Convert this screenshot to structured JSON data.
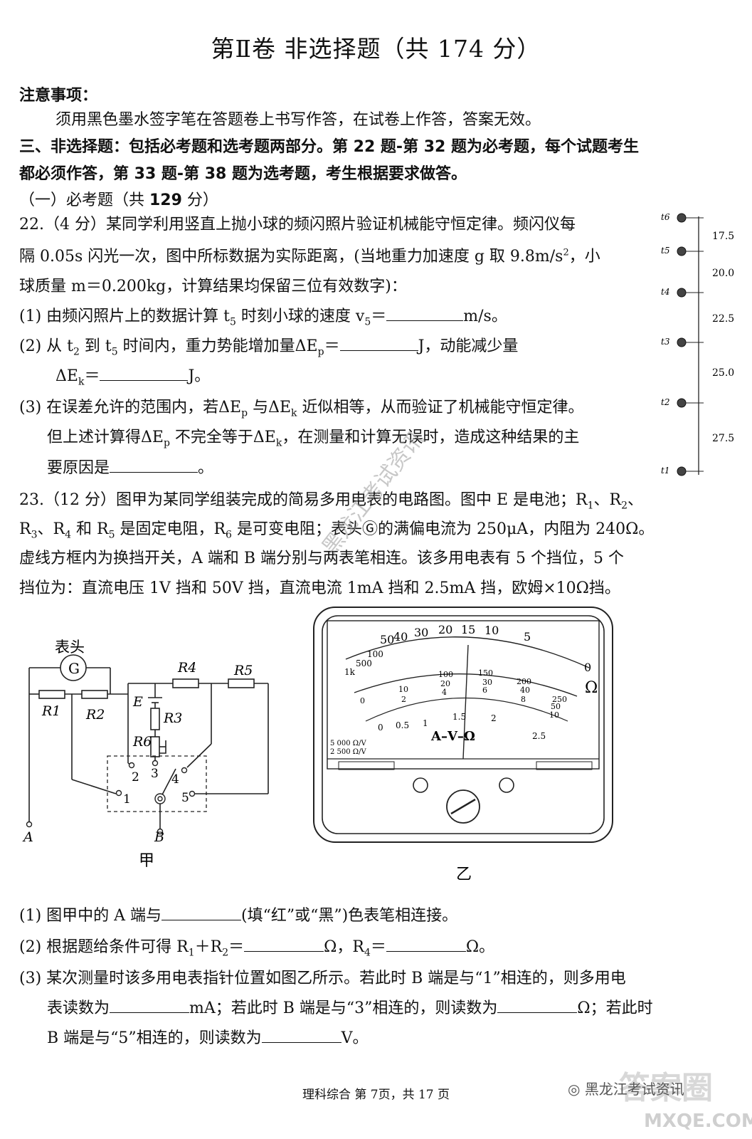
{
  "header": {
    "title": "第Ⅱ卷 非选择题（共 174 分）"
  },
  "notice": {
    "heading": "注意事项：",
    "body": "须用黑色墨水签字笔在答题卷上书写作答，在试卷上作答，答案无效。"
  },
  "section3": {
    "line1": "三、非选择题：包括必考题和选考题两部分。第 22 题-第 32 题为必考题，每个试题考生",
    "line2": "都必须作答，第 33 题-第 38 题为选考题，考生根据要求做答。"
  },
  "required": {
    "prefix": "（一）必考题（共 ",
    "bold": "129",
    "suffix": " 分）"
  },
  "q22": {
    "intro1": "22.（4 分）某同学利用竖直上抛小球的频闪照片验证机械能守恒定律。频闪仪每",
    "intro2a": "隔 0.05s 闪光一次，图中所标数据为实际距离，(当地重力加速度 g 取 9.8m/s",
    "intro2sup": "2",
    "intro2b": "，小",
    "intro3": "球质量 m＝0.200kg，计算结果均保留三位有效数字)：",
    "p1a": "(1)  由频闪照片上的数据计算 t",
    "p1s": "5",
    "p1b": " 时刻小球的速度 v",
    "p1s2": "5",
    "p1c": "＝",
    "p1d": "m/s。",
    "p2a": "(2)  从 t",
    "p2s": "2",
    "p2b": " 到 t",
    "p2s2": "5",
    "p2c": " 时间内，重力势能增加量ΔE",
    "p2s3": "p",
    "p2d": "＝",
    "p2e": "J，动能减少量",
    "p2f": "ΔE",
    "p2s4": "k",
    "p2g": "＝",
    "p2h": "J。",
    "p3a": "(3)  在误差允许的范围内，若ΔE",
    "p3s": "p",
    "p3b": " 与ΔE",
    "p3s2": "k",
    "p3c": " 近似相等，从而验证了机械能守恒定律。",
    "p3d": "但上述计算得ΔE",
    "p3s3": "p",
    "p3e": " 不完全等于ΔE",
    "p3s4": "k",
    "p3f": "，在测量和计算无误时，造成这种结果的主",
    "p3g": "要原因是",
    "p3h": "。"
  },
  "strobe": {
    "times": [
      "t6",
      "t5",
      "t4",
      "t3",
      "t2",
      "t1"
    ],
    "distances": [
      "17.5",
      "20.0",
      "22.5",
      "25.0",
      "27.5"
    ]
  },
  "q23": {
    "l1a": "23.（12 分）图甲为某同学组装完成的简易多用电表的电路图。图中 E 是电池；R",
    "l1s": "1",
    "l1b": "、R",
    "l1s2": "2",
    "l1c": "、",
    "l2a": "R",
    "l2s": "3",
    "l2b": "、R",
    "l2s2": "4",
    "l2c": " 和 R",
    "l2s3": "5",
    "l2d": " 是固定电阻，R",
    "l2s4": "6",
    "l2e": " 是可变电阻；表头Ⓖ的满偏电流为 250μA，内阻为 240Ω。",
    "l3": "虚线方框内为换挡开关，A 端和 B 端分别与两表笔相连。该多用电表有 5 个挡位，5 个",
    "l4": "挡位为：直流电压 1V 挡和 50V 挡，直流电流 1mA 挡和 2.5mA 挡，欧姆×10Ω挡。",
    "p1a": "(1)  图甲中的 A 端与",
    "p1b": "(填“红”或“黑”)色表笔相连接。",
    "p2a": "(2)  根据题给条件可得 R",
    "p2s": "1",
    "p2b": "＋R",
    "p2s2": "2",
    "p2c": "＝",
    "p2d": "Ω，R",
    "p2s3": "4",
    "p2e": "＝",
    "p2f": "Ω。",
    "p3a": "(3)  某次测量时该多用电表指针位置如图乙所示。若此时 B 端是与“1”相连的，则多用电",
    "p3b": "表读数为",
    "p3c": "mA；若此时 B 端是与“3”相连的，则读数为",
    "p3d": "Ω；若此时",
    "p3e": "B 端是与“5”相连的，则读数为",
    "p3f": "V。"
  },
  "circuit": {
    "meter_label": "表头",
    "g": "G",
    "r1": "R1",
    "r2": "R2",
    "r3": "R3",
    "r4": "R4",
    "r5": "R5",
    "r6": "R6",
    "e": "E",
    "sw": [
      "1",
      "2",
      "3",
      "4",
      "5"
    ],
    "a": "A",
    "b": "B",
    "caption": "甲"
  },
  "meter": {
    "ohm_scale": [
      "50",
      "40",
      "30",
      "20",
      "15",
      "10",
      "5",
      "0"
    ],
    "ohm_small": [
      "100",
      "500",
      "1k"
    ],
    "ohm_unit": "Ω",
    "dc_50": [
      "100",
      "150",
      "200",
      "250"
    ],
    "dc_10": [
      "10",
      "20",
      "30",
      "40",
      "50"
    ],
    "dc_small": [
      "0",
      "2",
      "4",
      "6",
      "8",
      "10"
    ],
    "ac_scale": [
      "0",
      "0.5",
      "1",
      "1.5",
      "2",
      "2.5"
    ],
    "center_label": "A–V–Ω",
    "spec1": "5 000 Ω/V",
    "spec2": "2 500 Ω/V",
    "caption": "乙"
  },
  "footer": {
    "text": "理科综合  第 7页，共 17 页"
  },
  "watermark": {
    "diag": "黑龙江考试资讯",
    "wechat": "黑龙江考试资讯",
    "logo": "答案圈",
    "url": "MXQE.COM"
  }
}
